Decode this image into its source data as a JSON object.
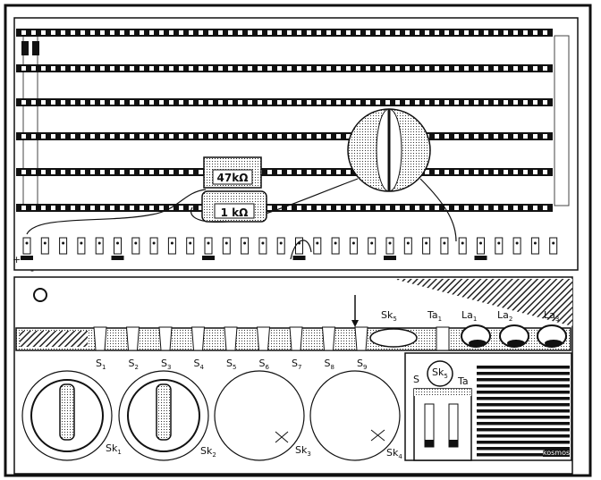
{
  "title": "Kosmos electronics kit panel",
  "board": {
    "resistor_top": "47kΩ",
    "resistor_bottom": "1 kΩ",
    "plus": "+",
    "minus": "-"
  },
  "switches": [
    {
      "label": "S",
      "sub": "1"
    },
    {
      "label": "S",
      "sub": "2"
    },
    {
      "label": "S",
      "sub": "3"
    },
    {
      "label": "S",
      "sub": "4"
    },
    {
      "label": "S",
      "sub": "5"
    },
    {
      "label": "S",
      "sub": "6"
    },
    {
      "label": "S",
      "sub": "7"
    },
    {
      "label": "S",
      "sub": "8"
    },
    {
      "label": "S",
      "sub": "9"
    }
  ],
  "knobs": [
    {
      "label": "Sk",
      "sub": "1"
    },
    {
      "label": "Sk",
      "sub": "2"
    },
    {
      "label": "Sk",
      "sub": "3"
    },
    {
      "label": "Sk",
      "sub": "4"
    }
  ],
  "top_labels": {
    "sk5": {
      "label": "Sk",
      "sub": "5"
    },
    "ta1": {
      "label": "Ta",
      "sub": "1"
    },
    "la1": {
      "label": "La",
      "sub": "1"
    },
    "la2": {
      "label": "La",
      "sub": "2"
    },
    "la3": {
      "label": "La",
      "sub": "3"
    }
  },
  "speaker_box": {
    "s_label": "S",
    "ta_label": "Ta",
    "sk5_label": "Sk",
    "sk5_sub": "5",
    "brand": "kosmos"
  },
  "colors": {
    "ink": "#111111",
    "paper": "#ffffff",
    "shade": "#9a9a9a"
  }
}
